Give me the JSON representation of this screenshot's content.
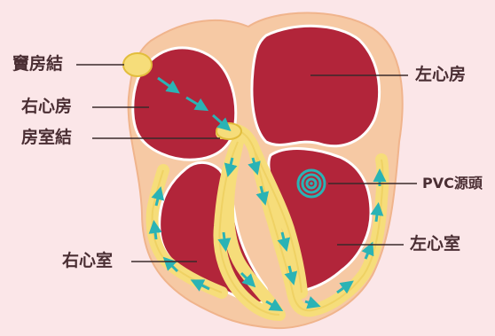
{
  "labels": {
    "sa_node": "竇房結",
    "right_atrium": "右心房",
    "av_node": "房室結",
    "left_atrium": "左心房",
    "pvc_origin": "PVC源頭",
    "left_ventricle": "左心室",
    "right_ventricle": "右心室"
  },
  "colors": {
    "background": "#fbe6e8",
    "heart_outer": "#f6c9a4",
    "chamber": "#b2253a",
    "chamber_edge": "#ffffff",
    "conduction": "#f6dd7a",
    "conduction_edge": "#e2bd3c",
    "arrow": "#2ab3b5",
    "label_text": "#4a2e33",
    "leader_line": "#3a2a2a"
  }
}
